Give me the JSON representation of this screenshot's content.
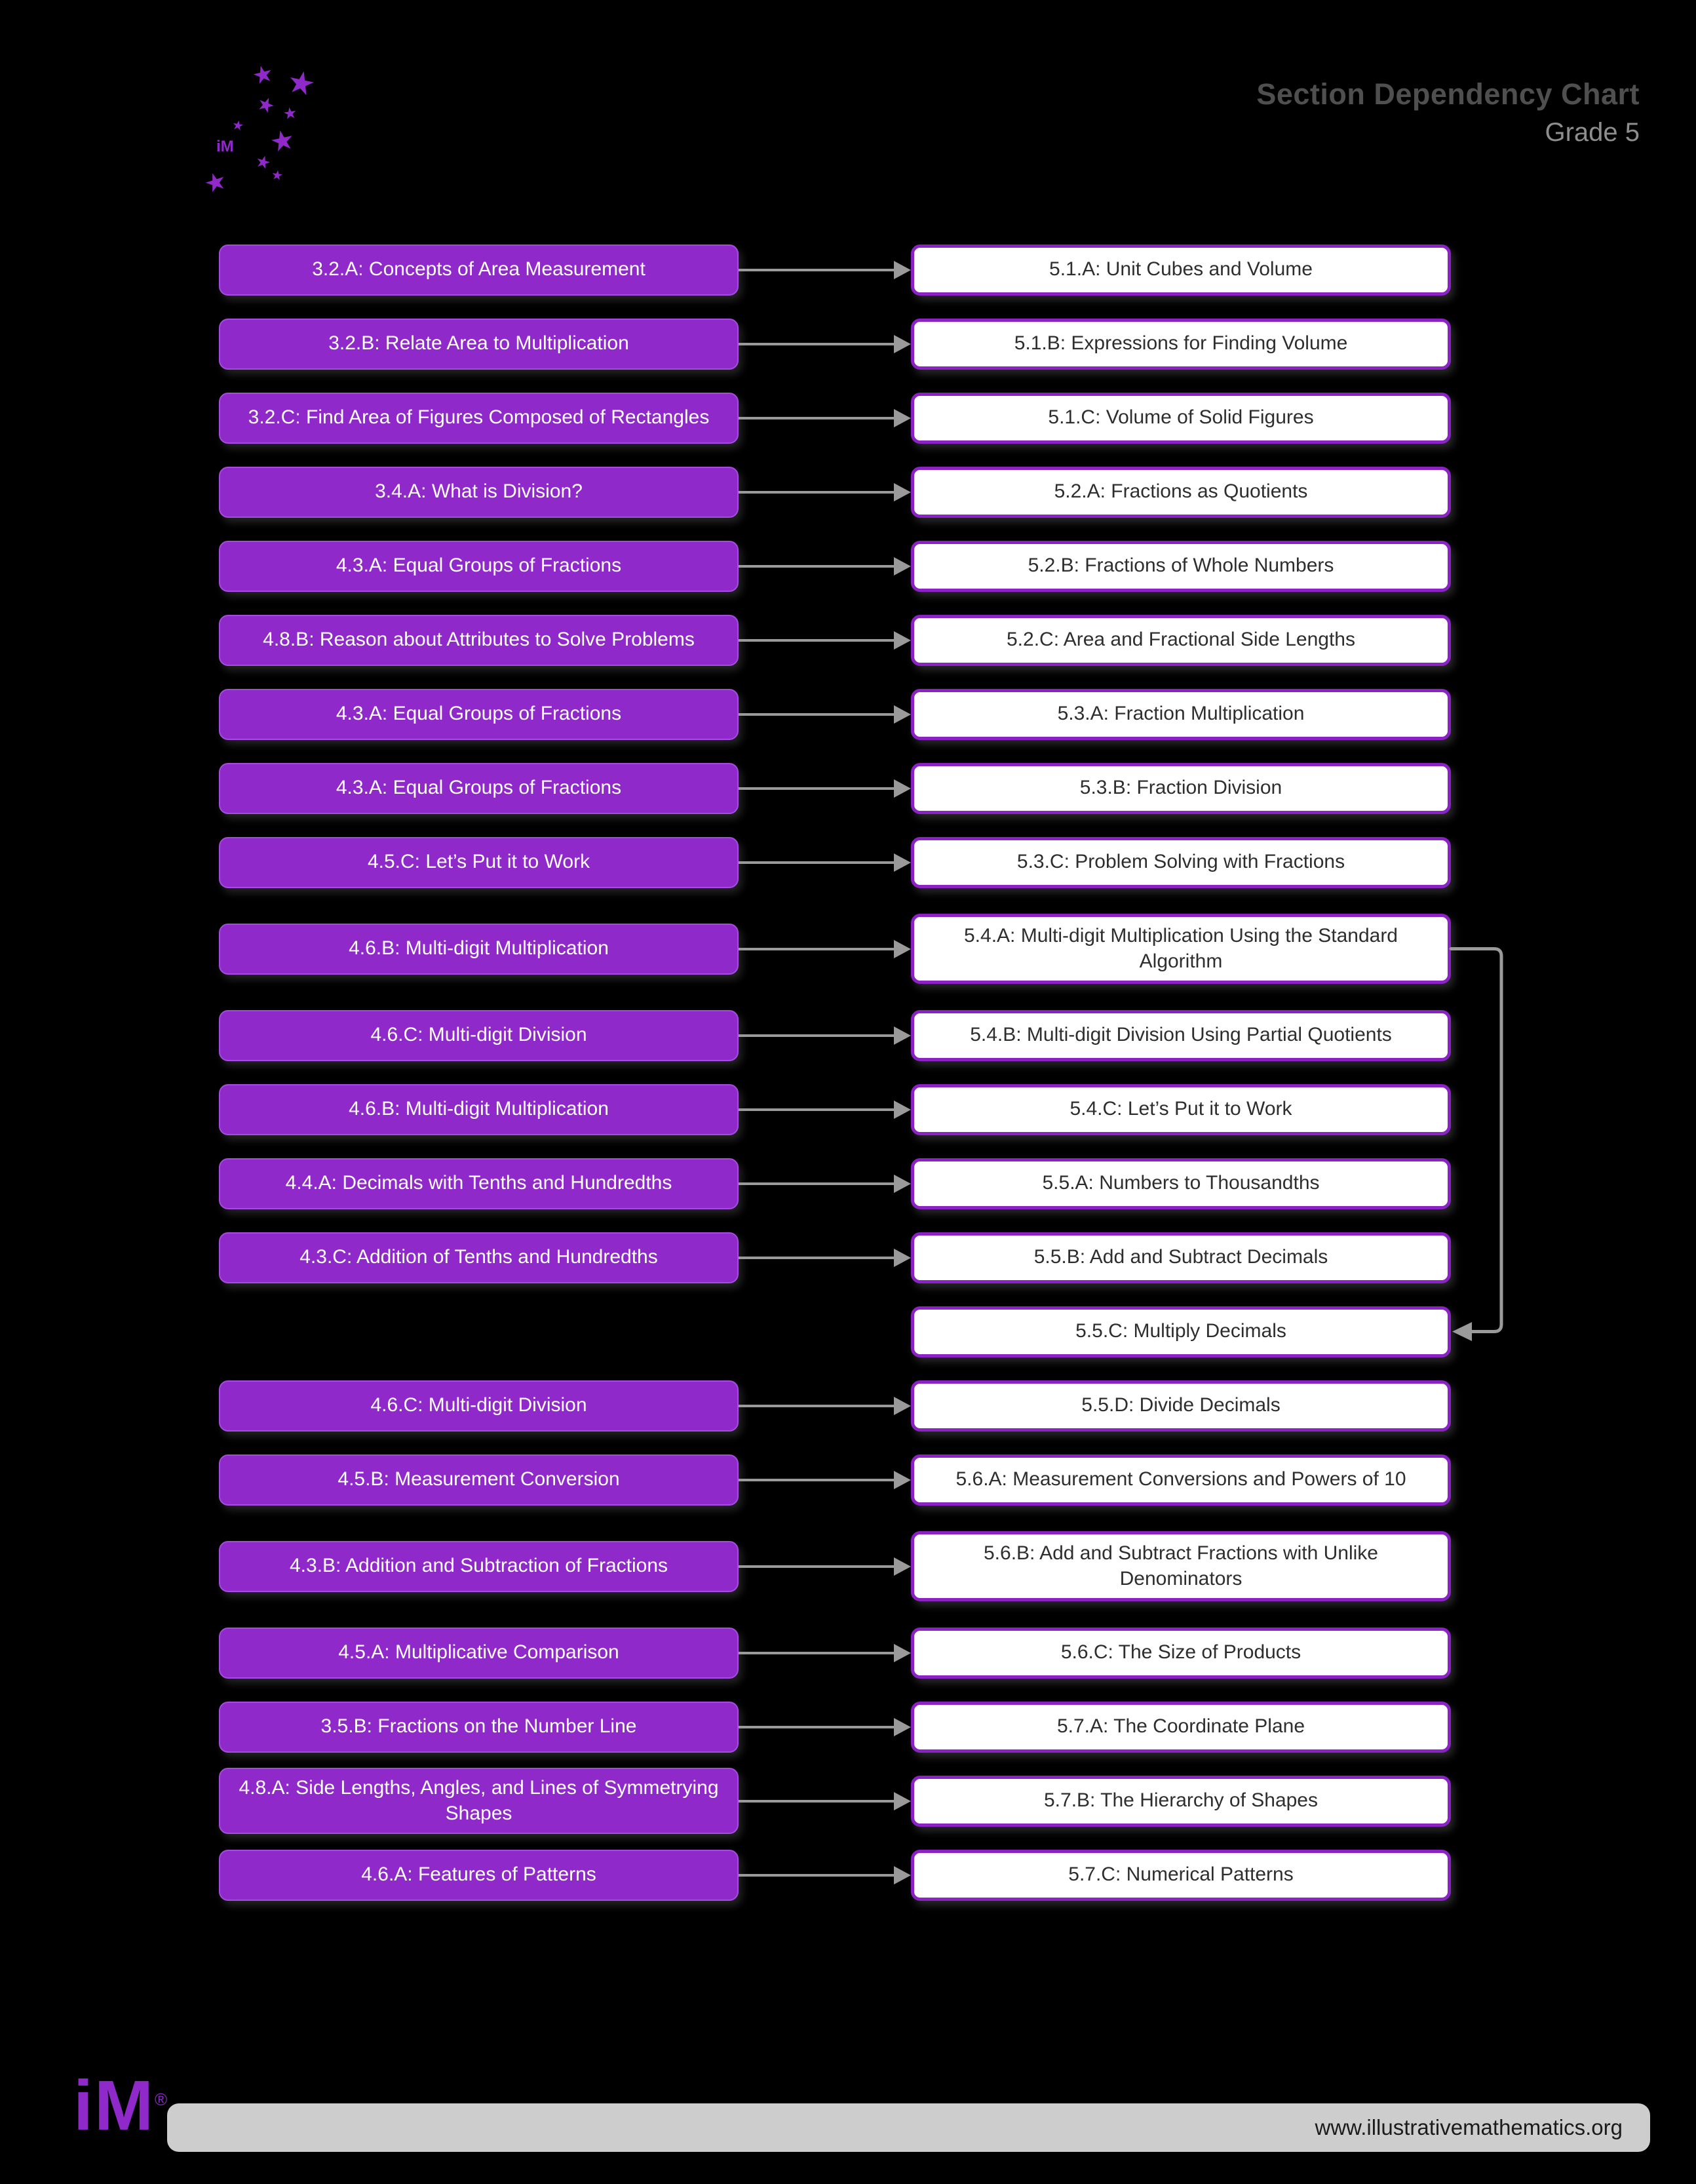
{
  "header": {
    "title": "Section Dependency Chart",
    "subtitle": "Grade 5"
  },
  "logo": {
    "icon": "purple-stars-cluster",
    "mark": "iM"
  },
  "footer": {
    "logo_text": "iM",
    "url": "www.illustrativemathematics.org"
  },
  "colors": {
    "background": "#000000",
    "source_box": "#8F29C9",
    "target_box_border": "#8A22C4",
    "arrow": "#9A9A9A",
    "footer_bar": "#CDCDCD"
  },
  "extra_edge": {
    "from": "5.4.A: Multi-digit Multiplication Using the Standard Algorithm",
    "to": "5.5.C: Multiply Decimals"
  },
  "rows": [
    {
      "source": "3.2.A: Concepts of Area Measurement",
      "target": "5.1.A: Unit Cubes and Volume"
    },
    {
      "source": "3.2.B: Relate Area to Multiplication",
      "target": "5.1.B: Expressions for Finding Volume"
    },
    {
      "source": "3.2.C: Find Area of Figures Composed of Rectangles",
      "target": "5.1.C: Volume of Solid Figures"
    },
    {
      "source": "3.4.A: What is Division?",
      "target": "5.2.A: Fractions as Quotients"
    },
    {
      "source": "4.3.A: Equal Groups of Fractions",
      "target": "5.2.B: Fractions of Whole Numbers"
    },
    {
      "source": "4.8.B: Reason about Attributes to Solve Problems",
      "target": "5.2.C: Area and Fractional Side Lengths"
    },
    {
      "source": "4.3.A: Equal Groups of Fractions",
      "target": "5.3.A: Fraction Multiplication"
    },
    {
      "source": "4.3.A: Equal Groups of Fractions",
      "target": "5.3.B: Fraction Division"
    },
    {
      "source": "4.5.C: Let’s Put it to Work",
      "target": "5.3.C: Problem Solving with Fractions"
    },
    {
      "source": "4.6.B: Multi-digit Multiplication",
      "target": "5.4.A: Multi-digit Multiplication Using the Standard Algorithm"
    },
    {
      "source": "4.6.C: Multi-digit Division",
      "target": "5.4.B: Multi-digit Division Using Partial Quotients"
    },
    {
      "source": "4.6.B: Multi-digit Multiplication",
      "target": "5.4.C: Let’s Put it to Work"
    },
    {
      "source": "4.4.A: Decimals with Tenths and Hundredths",
      "target": "5.5.A: Numbers to Thousandths"
    },
    {
      "source": "4.3.C: Addition of Tenths and Hundredths",
      "target": "5.5.B: Add and Subtract Decimals"
    },
    {
      "source": null,
      "target": "5.5.C: Multiply Decimals"
    },
    {
      "source": "4.6.C: Multi-digit Division",
      "target": "5.5.D: Divide Decimals"
    },
    {
      "source": "4.5.B: Measurement Conversion",
      "target": "5.6.A: Measurement Conversions and Powers of 10"
    },
    {
      "source": "4.3.B: Addition and Subtraction of Fractions",
      "target": "5.6.B: Add and Subtract Fractions with Unlike Denominators"
    },
    {
      "source": "4.5.A: Multiplicative Comparison",
      "target": "5.6.C: The Size of Products"
    },
    {
      "source": "3.5.B: Fractions on the Number Line",
      "target": "5.7.A: The Coordinate Plane"
    },
    {
      "source": "4.8.A: Side Lengths, Angles, and Lines of Symmetrying Shapes",
      "target": "5.7.B: The Hierarchy of Shapes"
    },
    {
      "source": "4.6.A: Features of Patterns",
      "target": "5.7.C: Numerical Patterns"
    }
  ]
}
